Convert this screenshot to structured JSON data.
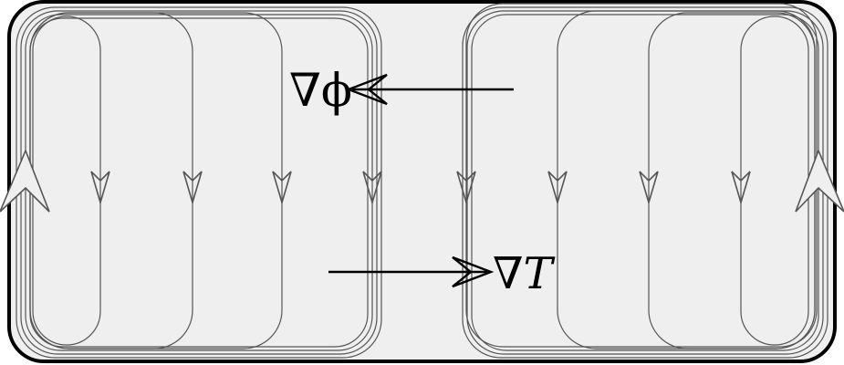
{
  "diagram": {
    "colors": {
      "background": "#ffffff",
      "container_fill": "#efefef",
      "outline": "#000000",
      "flow_line": "#555555"
    },
    "labels": {
      "grad_phi": "∇ϕ",
      "grad_t_nabla": "∇",
      "grad_t_var": "T"
    },
    "gradient_arrows": [
      {
        "label": "grad_phi",
        "direction": "left"
      },
      {
        "label": "grad_t",
        "direction": "right"
      }
    ],
    "flow_loops": {
      "count": 8,
      "center_arrow_direction": "down",
      "outer_arrow_direction": "up"
    }
  }
}
